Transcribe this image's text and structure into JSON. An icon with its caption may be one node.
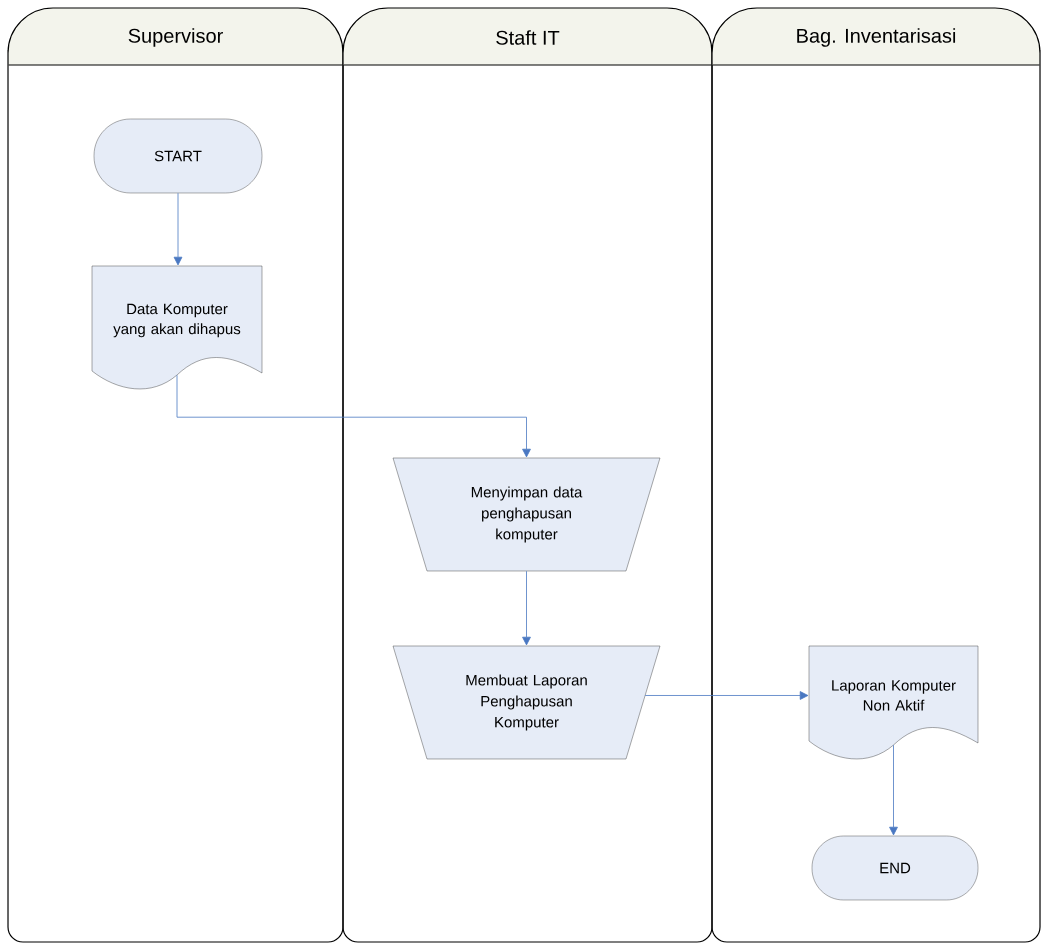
{
  "diagram": {
    "nodes": [
      {
        "text": [
          "Supervisor"
        ]
      },
      {
        "text": [
          "Staft IT"
        ]
      },
      {
        "text": [
          "Bag. Inventarisasi"
        ]
      },
      {
        "text": [
          "START"
        ],
        "in": 0
      },
      {
        "text": [
          "Data Komputer yang akan dihapus"
        ],
        "in": 0
      },
      {
        "text": [
          "Menyimpan data penghapusan komputer"
        ],
        "in": 1
      },
      {
        "text": [
          "Membuat Laporan Penghapusan Komputer"
        ],
        "in": 1
      },
      {
        "text": [
          "Laporan Komputer Non Aktif"
        ],
        "in": 2
      },
      {
        "text": [
          "END"
        ],
        "in": 2
      }
    ],
    "edges": [
      {
        "from": 3,
        "to": 4,
        "arrow": "to"
      },
      {
        "from": 4,
        "to": 5,
        "arrow": "to"
      },
      {
        "from": 5,
        "to": 6,
        "arrow": "to"
      },
      {
        "from": 6,
        "to": 7,
        "arrow": "to"
      },
      {
        "from": 7,
        "to": 8,
        "arrow": "to"
      }
    ]
  }
}
